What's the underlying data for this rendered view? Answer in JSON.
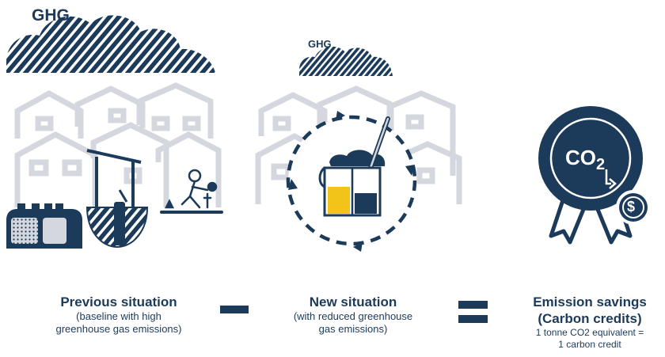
{
  "colors": {
    "navy": "#1c3a5a",
    "grey": "#d4d7de",
    "yellow": "#f2c318"
  },
  "icons": [
    "ghg-cloud-icon",
    "houses-icon",
    "cookstove-icon",
    "well-icon",
    "person-cooking-icon",
    "recycle-arrows-icon",
    "cooking-pot-icon",
    "co2-badge-icon",
    "dollar-coin-icon",
    "minus-icon",
    "equals-icon"
  ],
  "previous": {
    "ghg_label": "GHG",
    "title": "Previous situation",
    "desc_line1": "(baseline with high",
    "desc_line2": "greenhouse gas emissions)"
  },
  "new": {
    "ghg_label": "GHG",
    "title": "New situation",
    "desc_line1": "(with reduced greenhouse",
    "desc_line2": "gas emissions)"
  },
  "savings": {
    "title_line1": "Emission savings",
    "title_line2": "(Carbon credits)",
    "note_line1": "1 tonne CO2 equivalent =",
    "note_line2": "1 carbon credit",
    "badge_text": "CO",
    "badge_sub": "2",
    "coin_symbol": "$"
  }
}
